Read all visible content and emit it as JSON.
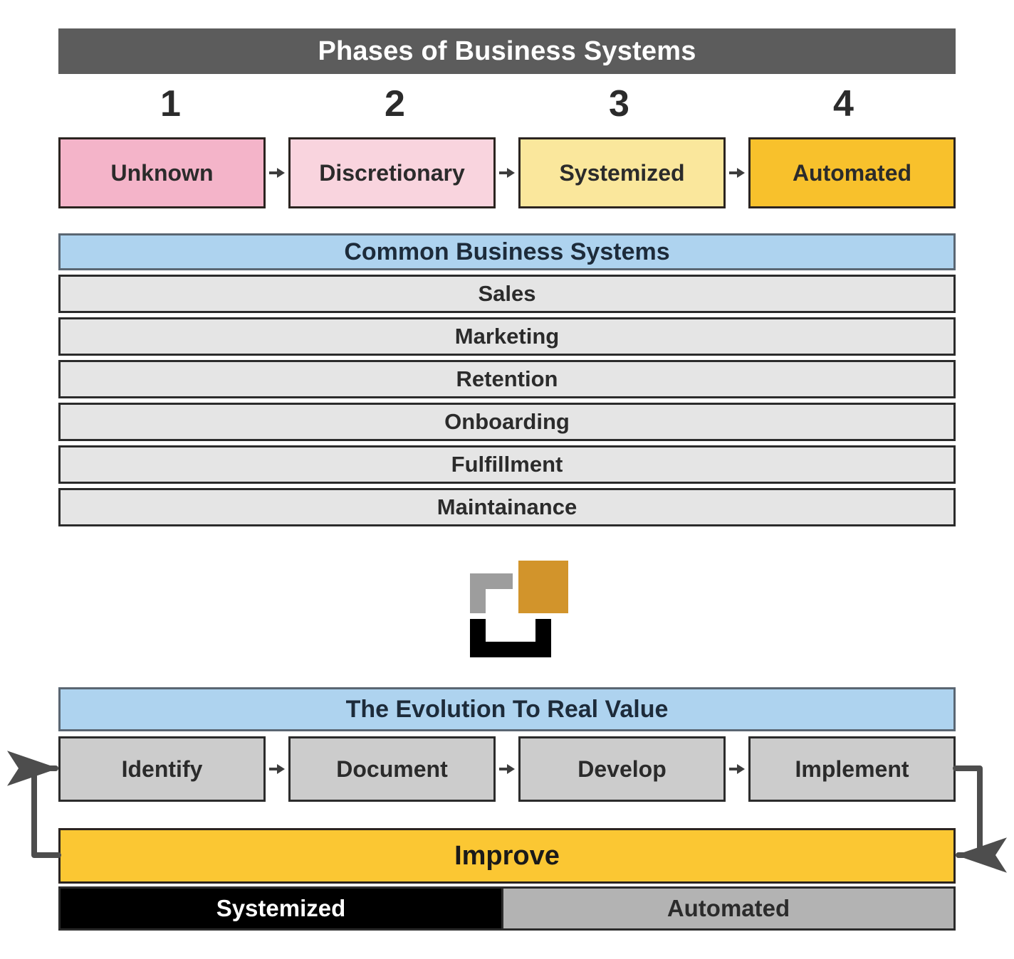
{
  "header": {
    "title": "Phases of Business Systems"
  },
  "phases": {
    "numbers": [
      "1",
      "2",
      "3",
      "4"
    ],
    "steps": [
      {
        "label": "Unknown",
        "color": "#f4b4c9"
      },
      {
        "label": "Discretionary",
        "color": "#f9d4de"
      },
      {
        "label": "Systemized",
        "color": "#fae79c"
      },
      {
        "label": "Automated",
        "color": "#f8c12c"
      }
    ],
    "arrow_icon": "arrow-right-icon"
  },
  "common_business_systems": {
    "header": "Common Business Systems",
    "header_color": "#aed3ef",
    "items": [
      "Sales",
      "Marketing",
      "Retention",
      "Onboarding",
      "Fulfillment",
      "Maintainance"
    ]
  },
  "logo": {
    "name": "brand-logo",
    "colors": {
      "gray": "#9d9d9d",
      "orange": "#d2942b",
      "black": "#000000"
    }
  },
  "evolution": {
    "header": "The Evolution To Real Value",
    "header_color": "#aed3ef",
    "steps": [
      "Identify",
      "Document",
      "Develop",
      "Implement"
    ],
    "improve": "Improve",
    "improve_color": "#fbc733",
    "arrow_icon": "arrow-right-icon",
    "loop_icon": "feedback-loop-arrow-icon"
  },
  "maturity_bar": {
    "left": {
      "label": "Systemized",
      "color": "#000000",
      "text_color": "#ffffff"
    },
    "right": {
      "label": "Automated",
      "color": "#b3b3b3",
      "text_color": "#2b2b2b"
    }
  },
  "chart_data": {
    "type": "table",
    "title": "Phases of Business Systems",
    "sections": [
      {
        "name": "phase-progression",
        "categories": [
          "1",
          "2",
          "3",
          "4"
        ],
        "values": [
          "Unknown",
          "Discretionary",
          "Systemized",
          "Automated"
        ]
      },
      {
        "name": "common-business-systems",
        "header": "Common Business Systems",
        "values": [
          "Sales",
          "Marketing",
          "Retention",
          "Onboarding",
          "Fulfillment",
          "Maintainance"
        ]
      },
      {
        "name": "evolution-to-real-value",
        "header": "The Evolution To Real Value",
        "values": [
          "Identify",
          "Document",
          "Develop",
          "Implement",
          "Improve"
        ]
      },
      {
        "name": "maturity-split",
        "values": [
          "Systemized",
          "Automated"
        ],
        "proportions": [
          49.6,
          50.4
        ]
      }
    ]
  }
}
